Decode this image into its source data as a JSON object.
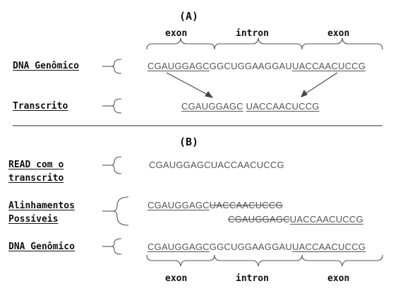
{
  "panel_a": {
    "title": "(A)",
    "labels": {
      "dna": "DNA Genômico",
      "transcript": "Transcrito"
    },
    "regions": [
      "exon",
      "intron",
      "exon"
    ],
    "dna_seq": {
      "exon1": "CGAUGGAGC",
      "intron": "GGCUGGAAGGAU",
      "exon2": "UACCAACUCCG"
    },
    "transcript_seq": {
      "part1": "CGAUGGAGC",
      "part2": "UACCAACUCCG"
    }
  },
  "panel_b": {
    "title": "(B)",
    "labels": {
      "read_line1": "READ com o",
      "read_line2": "transcrito",
      "align_line1": "Alinhamentos",
      "align_line2": "Possíveis",
      "dna": "DNA Genômico"
    },
    "read_seq": "CGAUGGAGCUACCAACUCCG",
    "alignment_1": {
      "match": "CGAUGGAGC",
      "mismatch": "UACCAACUCCG"
    },
    "alignment_2": {
      "mismatch": "CGAUGGAGC",
      "match": "UACCAACUCCG"
    },
    "dna_seq": {
      "exon1": "CGAUGGAGC",
      "intron": "GGCUGGAAGGAU",
      "exon2": "UACCAACUCCG"
    },
    "regions": [
      "exon",
      "intron",
      "exon"
    ]
  }
}
